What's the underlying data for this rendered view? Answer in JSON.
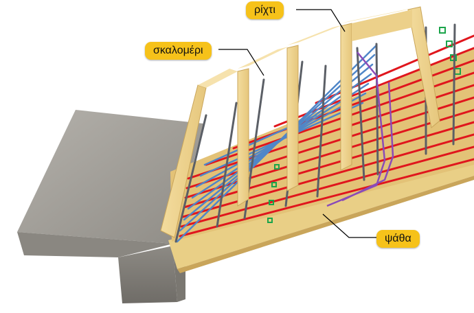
{
  "labels": {
    "richti": "ρίχτι",
    "skalomeri": "σκαλομέρι",
    "psatha": "ψάθα"
  },
  "colors": {
    "concrete": "#9b9892",
    "wood": "#efd493",
    "wood_dark": "#d9b86c",
    "rebar_red": "#e0161d",
    "rebar_blue": "#4f86c8",
    "rebar_gray": "#5b5f66",
    "rebar_purple": "#8a4bb8",
    "spacer_green": "#1aa44a",
    "label_bg": "#f6c21a"
  }
}
